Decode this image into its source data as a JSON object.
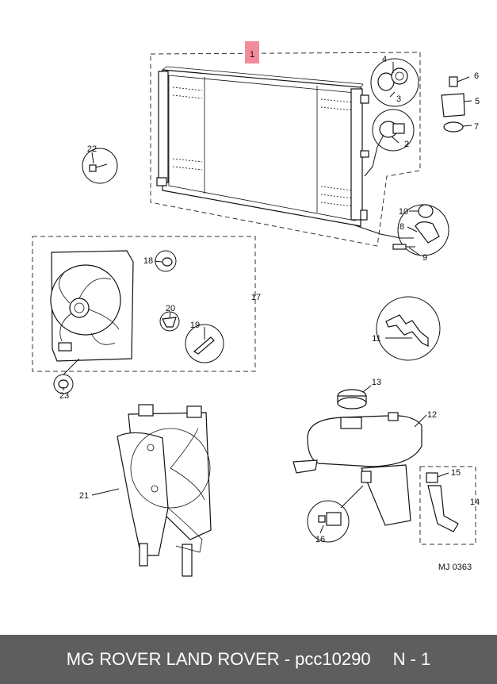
{
  "callouts": [
    {
      "id": "c1",
      "text": "1"
    },
    {
      "id": "c2",
      "text": "2"
    },
    {
      "id": "c3",
      "text": "3"
    },
    {
      "id": "c4",
      "text": "4"
    },
    {
      "id": "c5",
      "text": "5"
    },
    {
      "id": "c6",
      "text": "6"
    },
    {
      "id": "c7",
      "text": "7"
    },
    {
      "id": "c8",
      "text": "8"
    },
    {
      "id": "c9",
      "text": "9"
    },
    {
      "id": "c10",
      "text": "10"
    },
    {
      "id": "c11",
      "text": "11"
    },
    {
      "id": "c12",
      "text": "12"
    },
    {
      "id": "c13",
      "text": "13"
    },
    {
      "id": "c14",
      "text": "14"
    },
    {
      "id": "c15",
      "text": "15"
    },
    {
      "id": "c16",
      "text": "16"
    },
    {
      "id": "c17",
      "text": "17"
    },
    {
      "id": "c18",
      "text": "18"
    },
    {
      "id": "c19",
      "text": "19"
    },
    {
      "id": "c20",
      "text": "20"
    },
    {
      "id": "c21",
      "text": "21"
    },
    {
      "id": "c22",
      "text": "22"
    },
    {
      "id": "c23",
      "text": "23"
    }
  ],
  "drawing_code": "MJ 0363",
  "highlight_color": "#f28b9a",
  "footer": {
    "brand": "MG ROVER LAND ROVER - pcc10290",
    "page": "N - 1"
  }
}
